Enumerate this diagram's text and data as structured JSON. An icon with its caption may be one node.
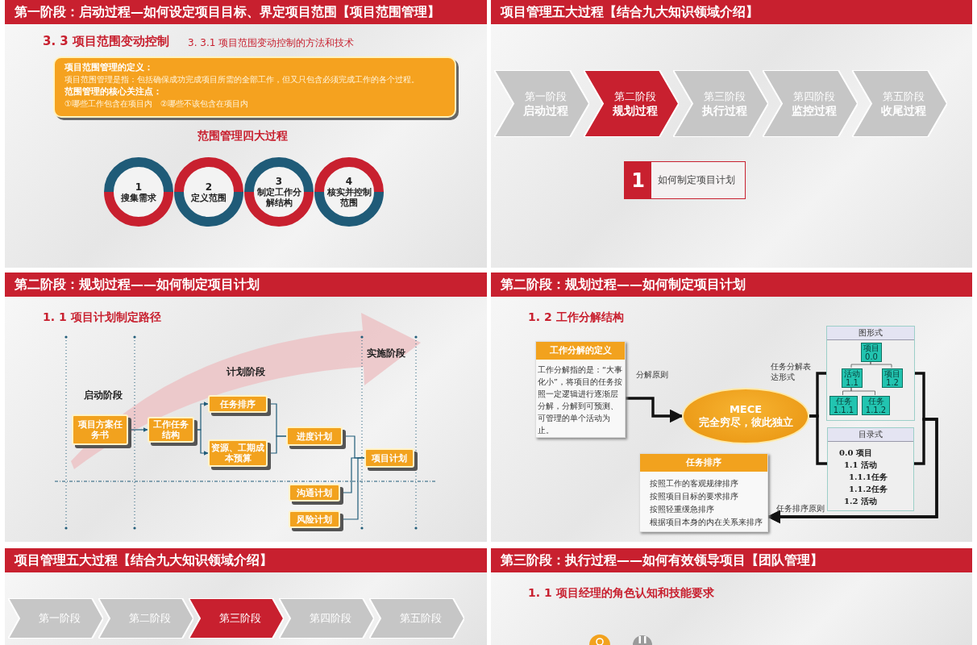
{
  "diagram": {
    "nodes": [
      {
        "text": [
          "第一阶段：启动过程—如何设定项目目标、界定项目范围【项目范围管理】"
        ]
      },
      {
        "text": [
          "项目范围管理的定义：",
          "项目范围管理是指：包括确保成功完成项目所需的全部工作，但又只包含必须完成工作的各个过程。",
          "范围管理的核心关注点：",
          "①哪些工作包含在项目内　②哪些不该包含在项目内"
        ],
        "in": 0
      },
      {
        "text": [
          "1",
          "搜集需求"
        ],
        "in": 0
      },
      {
        "text": [
          "2",
          "定义范围"
        ],
        "in": 0
      },
      {
        "text": [
          "3",
          "制定工作分解结构"
        ],
        "in": 0
      },
      {
        "text": [
          "4",
          "核实并控制范围"
        ],
        "in": 0
      },
      {
        "text": [
          "项目管理五大过程【结合九大知识领域介绍】"
        ]
      },
      {
        "text": [
          "第一阶段",
          "启动过程"
        ],
        "in": 6
      },
      {
        "text": [
          "第二阶段",
          "规划过程"
        ],
        "in": 6
      },
      {
        "text": [
          "第三阶段",
          "执行过程"
        ],
        "in": 6
      },
      {
        "text": [
          "第四阶段",
          "监控过程"
        ],
        "in": 6
      },
      {
        "text": [
          "第五阶段",
          "收尾过程"
        ],
        "in": 6
      },
      {
        "text": [
          "1",
          "如何制定项目计划"
        ],
        "in": 6
      },
      {
        "text": [
          "第二阶段：规划过程——如何制定项目计划"
        ]
      },
      {
        "text": [
          "项目方案任务书"
        ],
        "in": 13
      },
      {
        "text": [
          "工作任务结构"
        ],
        "in": 13
      },
      {
        "text": [
          "任务排序"
        ],
        "in": 13
      },
      {
        "text": [
          "资源、工期成本预算"
        ],
        "in": 13
      },
      {
        "text": [
          "进度计划"
        ],
        "in": 13
      },
      {
        "text": [
          "沟通计划"
        ],
        "in": 13
      },
      {
        "text": [
          "风险计划"
        ],
        "in": 13
      },
      {
        "text": [
          "项目计划"
        ],
        "in": 13
      },
      {
        "text": [
          "第二阶段：规划过程——如何制定项目计划"
        ]
      },
      {
        "text": [
          "工作分解的定义",
          "工作分解指的是：“大事化小”，将项目的任务按照一定逻辑进行逐渐层分解，分解到可预测、可管理的单个活动为止。"
        ],
        "in": 22
      },
      {
        "text": [
          "MECE",
          "完全穷尽，彼此独立"
        ],
        "in": 22
      },
      {
        "text": [
          "图形式"
        ],
        "in": 22
      },
      {
        "text": [
          "项目 0.0"
        ],
        "in": 25
      },
      {
        "text": [
          "活动 1.1"
        ],
        "in": 25
      },
      {
        "text": [
          "项目 1.2"
        ],
        "in": 25
      },
      {
        "text": [
          "任务 1.1.1"
        ],
        "in": 25
      },
      {
        "text": [
          "任务 1.1.2"
        ],
        "in": 25
      },
      {
        "text": [
          "目录式",
          "0.0 项目",
          "1.1 活动",
          "1.1.1任务",
          "1.1.2任务",
          "1.2 活动"
        ],
        "in": 22
      },
      {
        "text": [
          "任务排序",
          "按照工作的客观规律排序",
          "按照项目目标的要求排序",
          "按照轻重缓急排序",
          "根据项目本身的内在关系来排序"
        ],
        "in": 22
      },
      {
        "text": [
          "项目管理五大过程【结合九大知识领域介绍】"
        ]
      },
      {
        "text": [
          "第一阶段"
        ],
        "in": 33
      },
      {
        "text": [
          "第二阶段"
        ],
        "in": 33
      },
      {
        "text": [
          "第三阶段"
        ],
        "in": 33
      },
      {
        "text": [
          "第四阶段"
        ],
        "in": 33
      },
      {
        "text": [
          "第五阶段"
        ],
        "in": 33
      },
      {
        "text": [
          "第三阶段：执行过程——如何有效领导项目【团队管理】"
        ]
      }
    ],
    "edges": [
      {
        "from": 14,
        "to": 15,
        "arrow": "to"
      },
      {
        "from": 15,
        "to": 16,
        "arrow": "to"
      },
      {
        "from": 15,
        "to": 17,
        "arrow": "to"
      },
      {
        "from": 16,
        "to": 18,
        "arrow": "none"
      },
      {
        "from": 17,
        "to": 18,
        "arrow": "none"
      },
      {
        "from": 18,
        "to": 21,
        "arrow": "none"
      },
      {
        "from": 19,
        "to": 21,
        "arrow": "none"
      },
      {
        "from": 20,
        "to": 21,
        "arrow": "none"
      },
      {
        "from": 23,
        "to": 24,
        "arrow": "to",
        "label": "分解原则",
        "color": "#111111",
        "style": "thick"
      },
      {
        "from": 24,
        "to": 25,
        "arrow": "none",
        "label": "任务分解表达形式",
        "color": "#111111",
        "style": "thick"
      },
      {
        "from": 24,
        "to": 31,
        "arrow": "none",
        "color": "#111111",
        "style": "thick"
      },
      {
        "from": 25,
        "to": 32,
        "arrow": "to",
        "label": "任务排序原则",
        "color": "#111111",
        "style": "thick"
      },
      {
        "from": 31,
        "to": 32,
        "arrow": "to",
        "color": "#111111",
        "style": "thick"
      },
      {
        "from": 26,
        "to": 27,
        "arrow": "none",
        "color": "#555555"
      },
      {
        "from": 26,
        "to": 28,
        "arrow": "none",
        "color": "#555555"
      },
      {
        "from": 27,
        "to": 29,
        "arrow": "none",
        "color": "#555555"
      },
      {
        "from": 27,
        "to": 30,
        "arrow": "none",
        "color": "#555555"
      }
    ],
    "labels": [
      "3. 3 项目范围变动控制",
      "3. 3.1 项目范围变动控制的方法和技术",
      "范围管理四大过程",
      "1. 1 项目计划制定路径",
      "启动阶段",
      "计划阶段",
      "实施阶段",
      "1. 2 工作分解结构",
      "1. 1 项目经理的角色认知和技能要求"
    ]
  }
}
